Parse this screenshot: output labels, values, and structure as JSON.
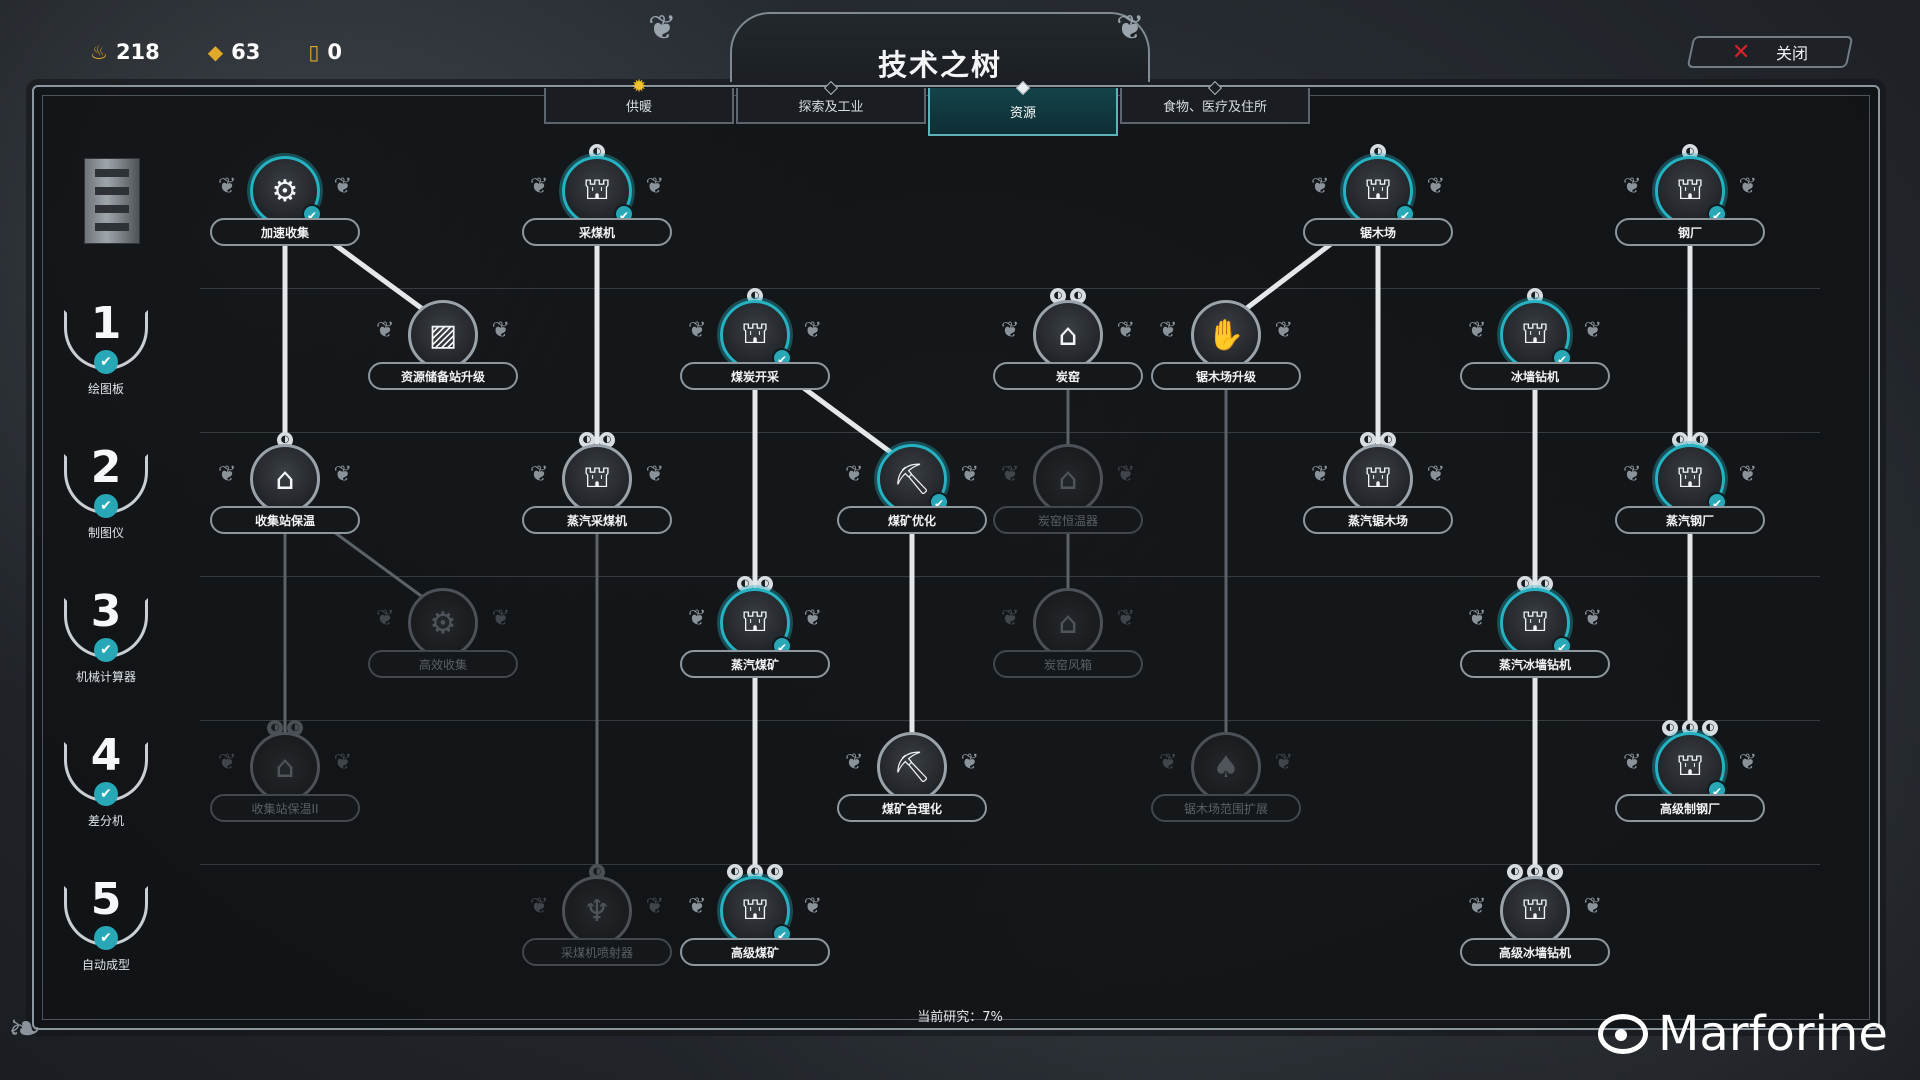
{
  "resources": [
    {
      "icon": "♨",
      "icon_name": "heat-icon",
      "value": "218"
    },
    {
      "icon": "◆",
      "icon_name": "wood-icon",
      "value": "63"
    },
    {
      "icon": "▯",
      "icon_name": "steel-icon",
      "value": "0"
    }
  ],
  "title": "技术之树",
  "close_label": "关闭",
  "tabs": [
    {
      "label": "供暖",
      "active": false
    },
    {
      "label": "探索及工业",
      "active": false
    },
    {
      "label": "资源",
      "active": true
    },
    {
      "label": "食物、医疗及住所",
      "active": false
    }
  ],
  "tiers": [
    {
      "num": "1",
      "name": "绘图板"
    },
    {
      "num": "2",
      "name": "制图仪"
    },
    {
      "num": "3",
      "name": "机械计算器"
    },
    {
      "num": "4",
      "name": "差分机"
    },
    {
      "num": "5",
      "name": "自动成型"
    }
  ],
  "nodes": [
    {
      "id": "n1",
      "label": "加速收集",
      "icon": "⚙",
      "state": "done"
    },
    {
      "id": "n2",
      "label": "采煤机",
      "icon": "⛫",
      "state": "done"
    },
    {
      "id": "n3",
      "label": "锯木场",
      "icon": "⛫",
      "state": "done"
    },
    {
      "id": "n4",
      "label": "钢厂",
      "icon": "⛫",
      "state": "done"
    },
    {
      "id": "n5",
      "label": "资源储备站升级",
      "icon": "▨",
      "state": "available"
    },
    {
      "id": "n6",
      "label": "煤炭开采",
      "icon": "⛫",
      "state": "done"
    },
    {
      "id": "n7",
      "label": "炭窑",
      "icon": "⌂",
      "state": "available"
    },
    {
      "id": "n8",
      "label": "锯木场升级",
      "icon": "✋",
      "state": "available"
    },
    {
      "id": "n9",
      "label": "冰墙钻机",
      "icon": "⛫",
      "state": "done"
    },
    {
      "id": "n10",
      "label": "收集站保温",
      "icon": "⌂",
      "state": "available"
    },
    {
      "id": "n11",
      "label": "蒸汽采煤机",
      "icon": "⛫",
      "state": "available"
    },
    {
      "id": "n12",
      "label": "煤矿优化",
      "icon": "⛏",
      "state": "done"
    },
    {
      "id": "n13",
      "label": "炭窑恒温器",
      "icon": "⌂",
      "state": "locked"
    },
    {
      "id": "n14",
      "label": "蒸汽锯木场",
      "icon": "⛫",
      "state": "available"
    },
    {
      "id": "n15",
      "label": "蒸汽钢厂",
      "icon": "⛫",
      "state": "done"
    },
    {
      "id": "n16",
      "label": "高效收集",
      "icon": "⚙",
      "state": "locked"
    },
    {
      "id": "n17",
      "label": "蒸汽煤矿",
      "icon": "⛫",
      "state": "done"
    },
    {
      "id": "n18",
      "label": "炭窑风箱",
      "icon": "⌂",
      "state": "locked"
    },
    {
      "id": "n19",
      "label": "蒸汽冰墙钻机",
      "icon": "⛫",
      "state": "done"
    },
    {
      "id": "n20",
      "label": "收集站保温II",
      "icon": "⌂",
      "state": "locked"
    },
    {
      "id": "n21",
      "label": "煤矿合理化",
      "icon": "⛏",
      "state": "available"
    },
    {
      "id": "n22",
      "label": "锯木场范围扩展",
      "icon": "♠",
      "state": "locked"
    },
    {
      "id": "n23",
      "label": "高级制钢厂",
      "icon": "⛫",
      "state": "done"
    },
    {
      "id": "n24",
      "label": "采煤机喷射器",
      "icon": "♆",
      "state": "locked"
    },
    {
      "id": "n25",
      "label": "高级煤矿",
      "icon": "⛫",
      "state": "done"
    },
    {
      "id": "n26",
      "label": "高级冰墙钻机",
      "icon": "⛫",
      "state": "available"
    }
  ],
  "progress": "当前研究：7%",
  "watermark": "Marforine"
}
